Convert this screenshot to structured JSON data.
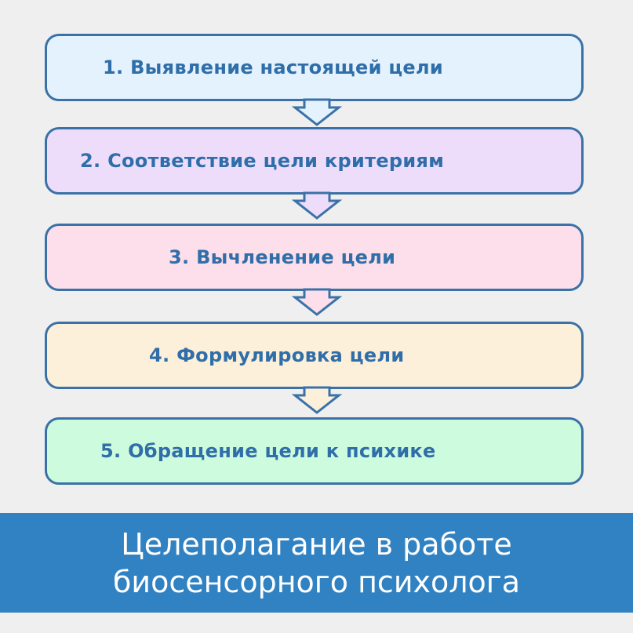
{
  "steps": [
    {
      "label": "1. Выявление настоящей цели",
      "fill": "#e3f2fd"
    },
    {
      "label": "2. Соответствие цели критериям",
      "fill": "#eedcfb"
    },
    {
      "label": "3. Вычленение цели",
      "fill": "#fcdfea"
    },
    {
      "label": "4. Формулировка цели",
      "fill": "#fdf0da"
    },
    {
      "label": "5. Обращение цели к психике",
      "fill": "#cdfbdd"
    }
  ],
  "banner": {
    "line1": "Целеполагание в работе",
    "line2": "биосенсорного психолога",
    "color": "#3182c2"
  },
  "colors": {
    "border": "#3a72a8",
    "text": "#2f6ea8",
    "background": "#efefef"
  }
}
